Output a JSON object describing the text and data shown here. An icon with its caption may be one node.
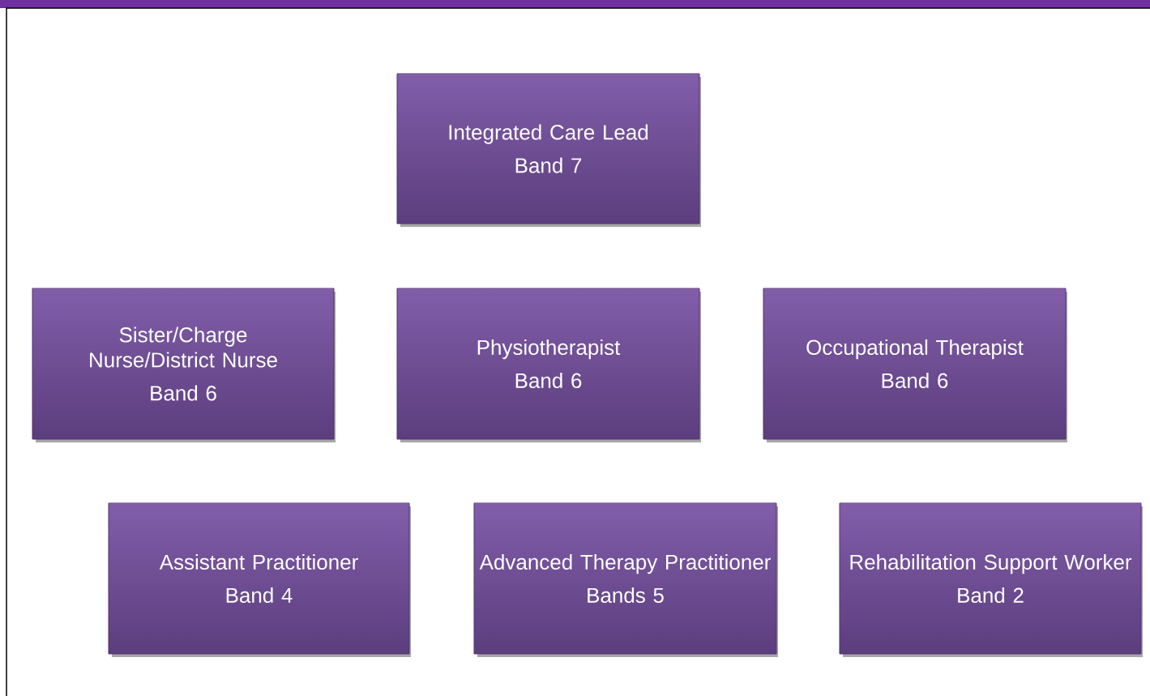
{
  "diagram": {
    "nodes": [
      {
        "text": [
          "Integrated Care Lead",
          "Band 7"
        ]
      },
      {
        "text": [
          "Sister/Charge Nurse/District Nurse",
          "Band 6"
        ]
      },
      {
        "text": [
          "Physiotherapist",
          "Band 6"
        ]
      },
      {
        "text": [
          "Occupational Therapist",
          "Band 6"
        ]
      },
      {
        "text": [
          "Assistant Practitioner",
          "Band 4"
        ]
      },
      {
        "text": [
          "Advanced Therapy Practitioner",
          "Bands 5"
        ]
      },
      {
        "text": [
          "Rehabilitation Support Worker",
          "Band 2"
        ]
      }
    ]
  }
}
